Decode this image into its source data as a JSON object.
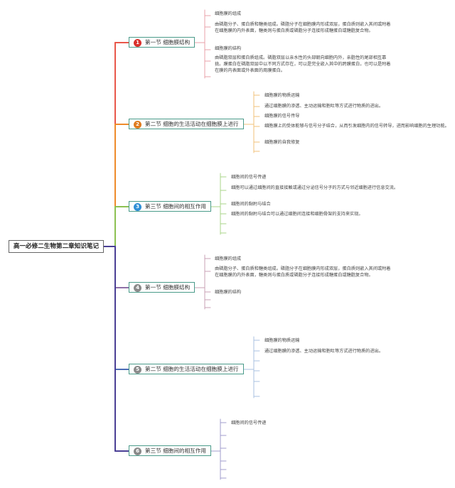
{
  "root": {
    "title": "高一必修二生物第二章知识笔记"
  },
  "colors": {
    "branch_1": "#e8574a",
    "branch_2": "#ee8b2b",
    "branch_3": "#8cc152",
    "branch_4": "#8e6fa6",
    "branch_5": "#4b6bb5",
    "branch_6": "#4a3f95",
    "badge_1": "#d9302c",
    "badge_2": "#e07b1f",
    "badge_3": "#2f8fd6",
    "badge_4": "#8a8a8a",
    "badge_5": "#8a8a8a",
    "badge_6": "#8a8a8a",
    "leaf_1": "#e8a0a8",
    "leaf_2": "#f0c07a",
    "leaf_3": "#a8d688",
    "leaf_4": "#c9a0b4",
    "leaf_5": "#a8c0e0",
    "leaf_6": "#a09ccc",
    "section_border": "#4a9b8a"
  },
  "sections": [
    {
      "num": "1",
      "title": "第一节 细胞膜结构",
      "leaves": [
        {
          "text": "细胞膜的组成"
        },
        {
          "text": "由磷脂分子、蛋白质和糖类组成。磷脂分子在细胞膜内形成双层，蛋白质则嵌入其间或附着在细胞膜的内外表面，糖类则与蛋白质或磷脂分子连接形成糖蛋白或糖脂复合物。"
        },
        {
          "text": "细胞膜的结构"
        },
        {
          "text": "由磷脂双层和蛋白质组成。磷脂双层以亲水性的头部朝向细胞内外，亲脂性的尾部相互靠拢。膜蛋白在磷脂双层中以不同方式存在，可以是完全嵌入其中的跨膜蛋白，也可以是附着在膜的内表面或外表面的周膜蛋白。"
        }
      ]
    },
    {
      "num": "2",
      "title": "第二节 细胞的生活活动在细胞膜上进行",
      "leaves": [
        {
          "text": "细胞膜的物质运输"
        },
        {
          "text": "通过细胞膜的渗透、主动运输和胞吐等方式进行物质的进出。"
        },
        {
          "text": "细胞膜的信号传导"
        },
        {
          "text": "细胞膜上的受体能够与信号分子结合，从而引发细胞内的信号转导，进而影响细胞的生理功能。"
        },
        {
          "text": "细胞膜的自我修复"
        }
      ]
    },
    {
      "num": "3",
      "title": "第三节 细胞间的相互作用",
      "leaves": [
        {
          "text": "细胞间的信号传递"
        },
        {
          "text": "细胞可以通过细胞间的直接接触或通过分泌信号分子的方式与邻近细胞进行信息交流。"
        },
        {
          "text": "细胞间的黏附与结合"
        },
        {
          "text": "细胞间的黏附与结合可以通过细胞间连接和细胞骨架的支持来实现。"
        }
      ]
    },
    {
      "num": "4",
      "title": "第一节 细胞膜结构",
      "leaves": [
        {
          "text": "细胞膜的组成"
        },
        {
          "text": "由磷脂分子、蛋白质和糖类组成。磷脂分子在细胞膜内形成双层，蛋白质则嵌入其间或附着在细胞膜的内外表面，糖类则与蛋白质或磷脂分子连接形成糖蛋白或糖脂复合物。"
        },
        {
          "text": "细胞膜的结构"
        }
      ]
    },
    {
      "num": "5",
      "title": "第二节 细胞的生活活动在细胞膜上进行",
      "leaves": [
        {
          "text": "细胞膜的物质运输"
        },
        {
          "text": "通过细胞膜的渗透、主动运输和胞吐等方式进行物质的进出。"
        }
      ]
    },
    {
      "num": "6",
      "title": "第三节 细胞间的相互作用",
      "leaves": [
        {
          "text": "细胞间的信号传递"
        }
      ]
    }
  ]
}
